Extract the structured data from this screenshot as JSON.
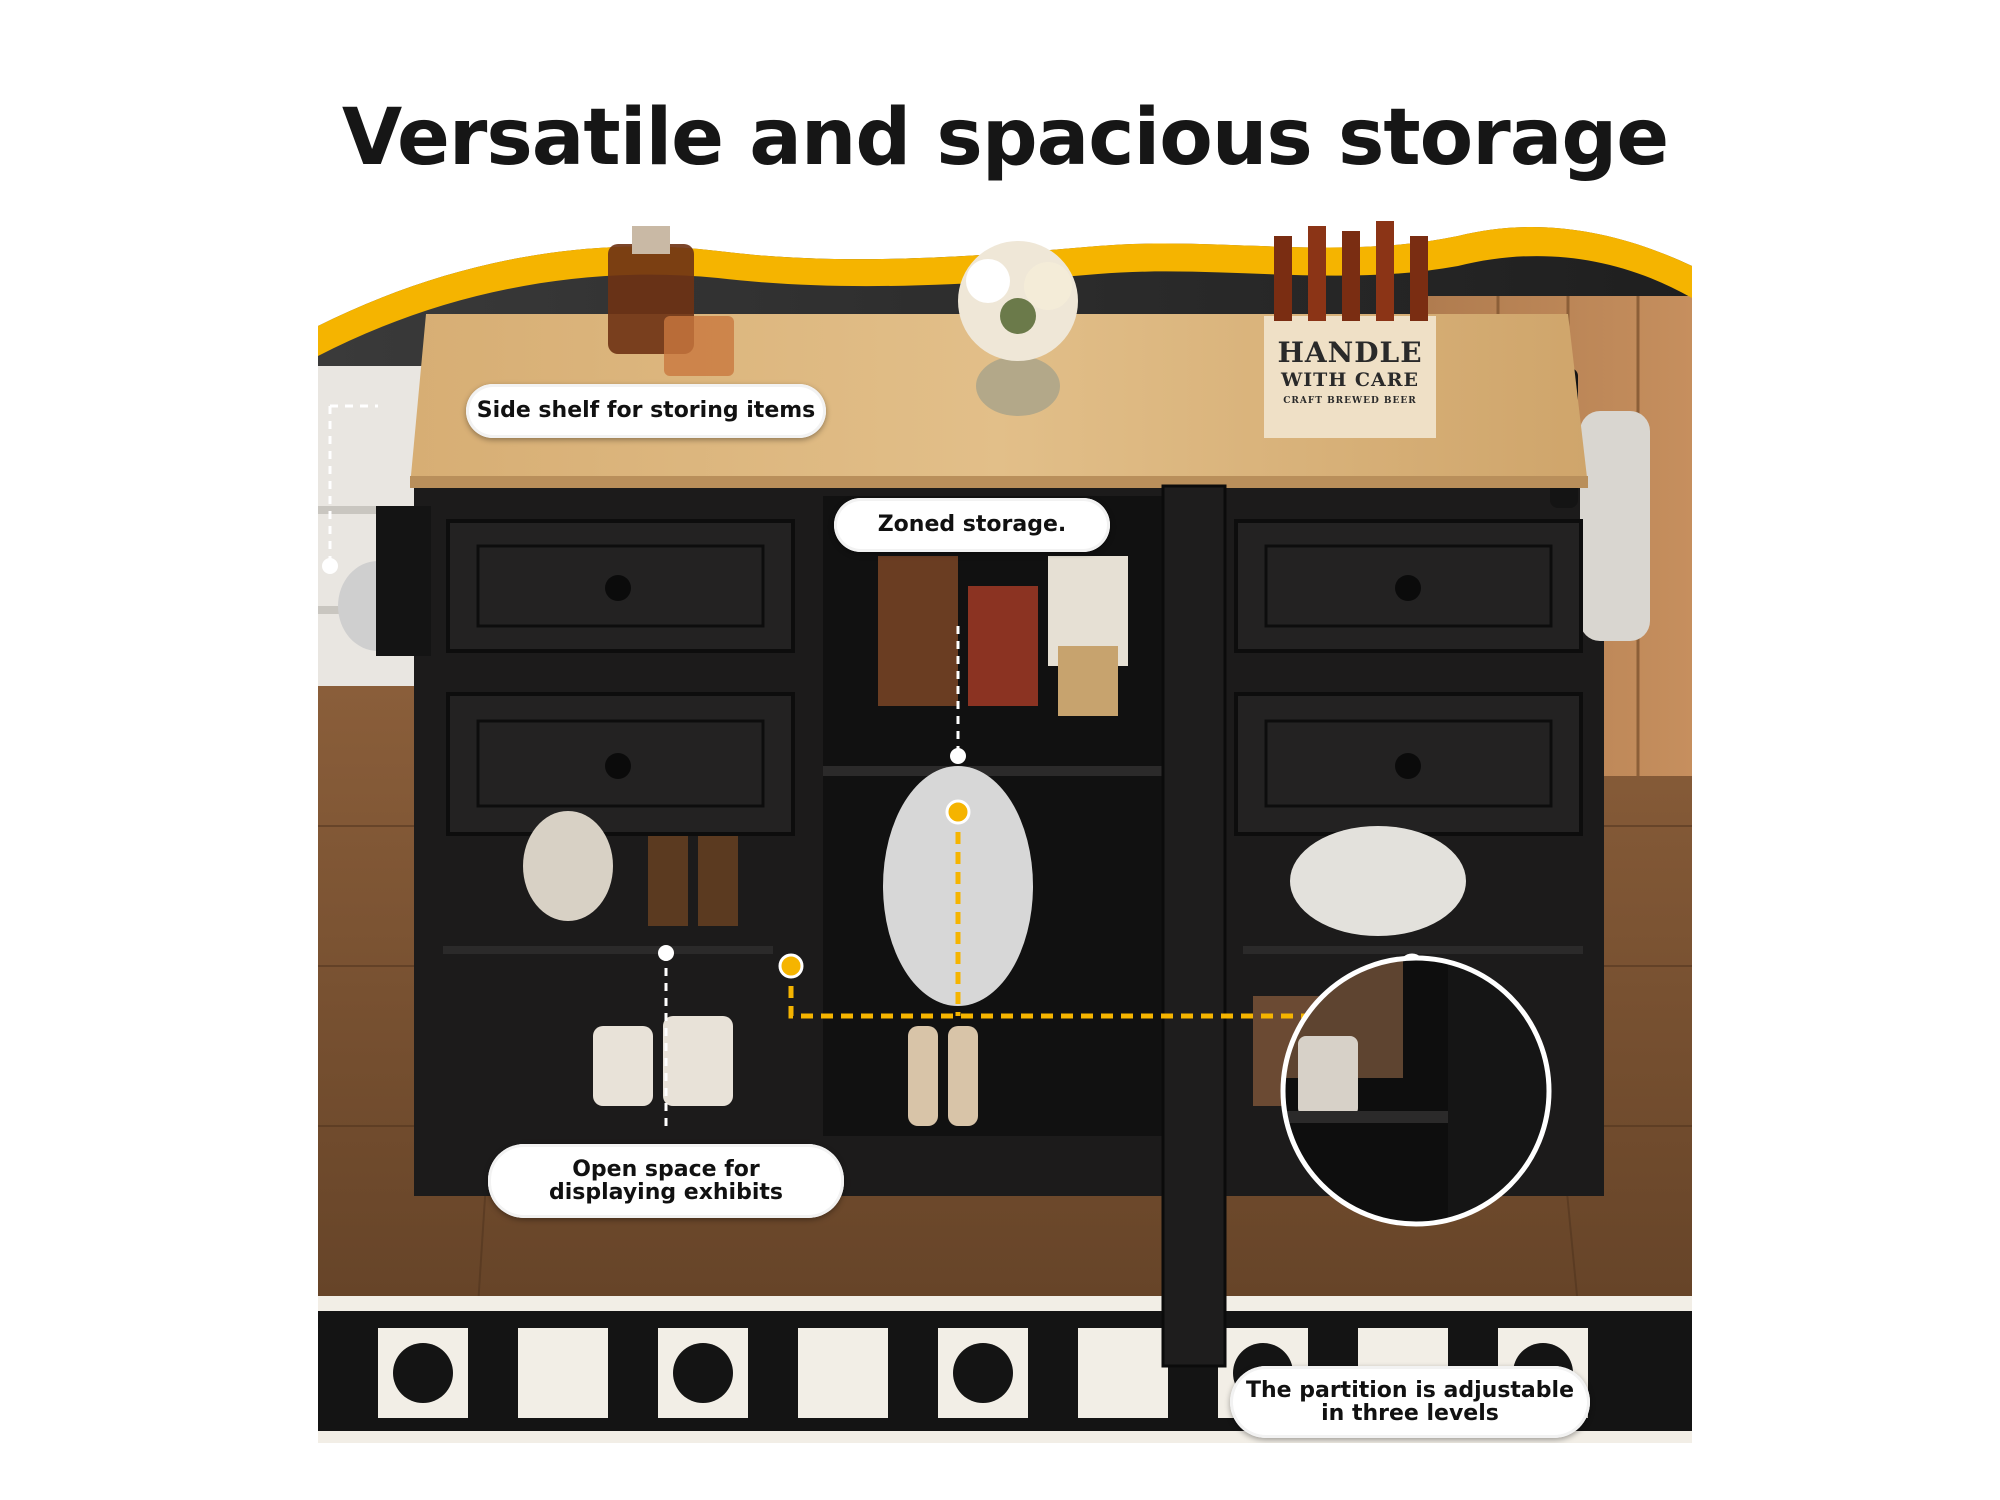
{
  "headline": "Versatile and spacious storage",
  "callouts": {
    "side_shelf": "Side shelf for storing items",
    "zoned": "Zoned storage.",
    "open_space": [
      "Open space for",
      "displaying exhibits"
    ],
    "partition": [
      "The partition is adjustable",
      "in three levels"
    ]
  },
  "carton": {
    "line1": "HANDLE",
    "line2": "WITH CARE",
    "line3": "CRAFT BREWED BEER"
  },
  "colors": {
    "accent_yellow": "#f5b400",
    "cabinet_black": "#1c1b1b",
    "countertop_wood": "#d9b27a",
    "floor_wood": "#7a5232"
  }
}
